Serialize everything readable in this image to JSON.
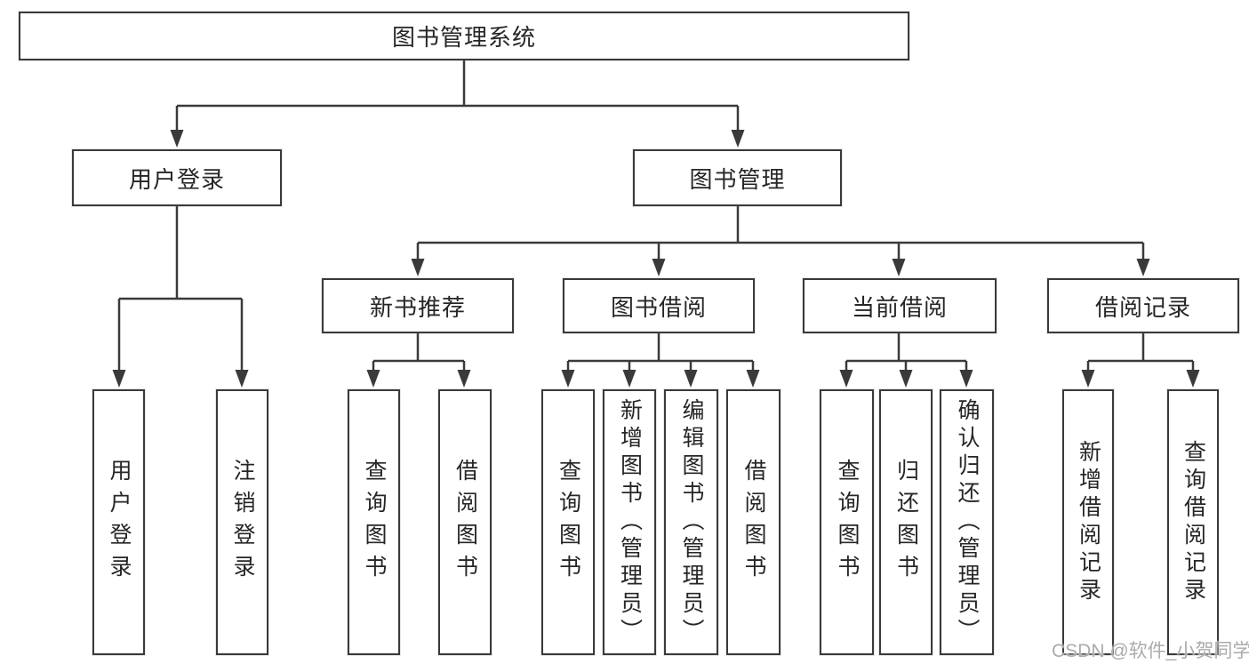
{
  "diagram": {
    "root": {
      "label": "图书管理系统"
    },
    "level2": [
      {
        "label": "用户登录"
      },
      {
        "label": "图书管理"
      }
    ],
    "level3": [
      {
        "label": "新书推荐"
      },
      {
        "label": "图书借阅"
      },
      {
        "label": "当前借阅"
      },
      {
        "label": "借阅记录"
      }
    ],
    "leaves": [
      {
        "label": "用户登录"
      },
      {
        "label": "注销登录"
      },
      {
        "label": "查询图书"
      },
      {
        "label": "借阅图书"
      },
      {
        "label": "查询图书"
      },
      {
        "label": "新增图书（管理员）"
      },
      {
        "label": "编辑图书（管理员）"
      },
      {
        "label": "借阅图书"
      },
      {
        "label": "查询图书"
      },
      {
        "label": "归还图书"
      },
      {
        "label": "确认归还（管理员）"
      },
      {
        "label": "新增借阅记录"
      },
      {
        "label": "查询借阅记录"
      }
    ],
    "watermark": "CSDN @软件_小贺同学",
    "colors": {
      "line": "#3a3a3a",
      "text": "#262626",
      "watermark": "#ababab",
      "background": "#ffffff"
    }
  }
}
